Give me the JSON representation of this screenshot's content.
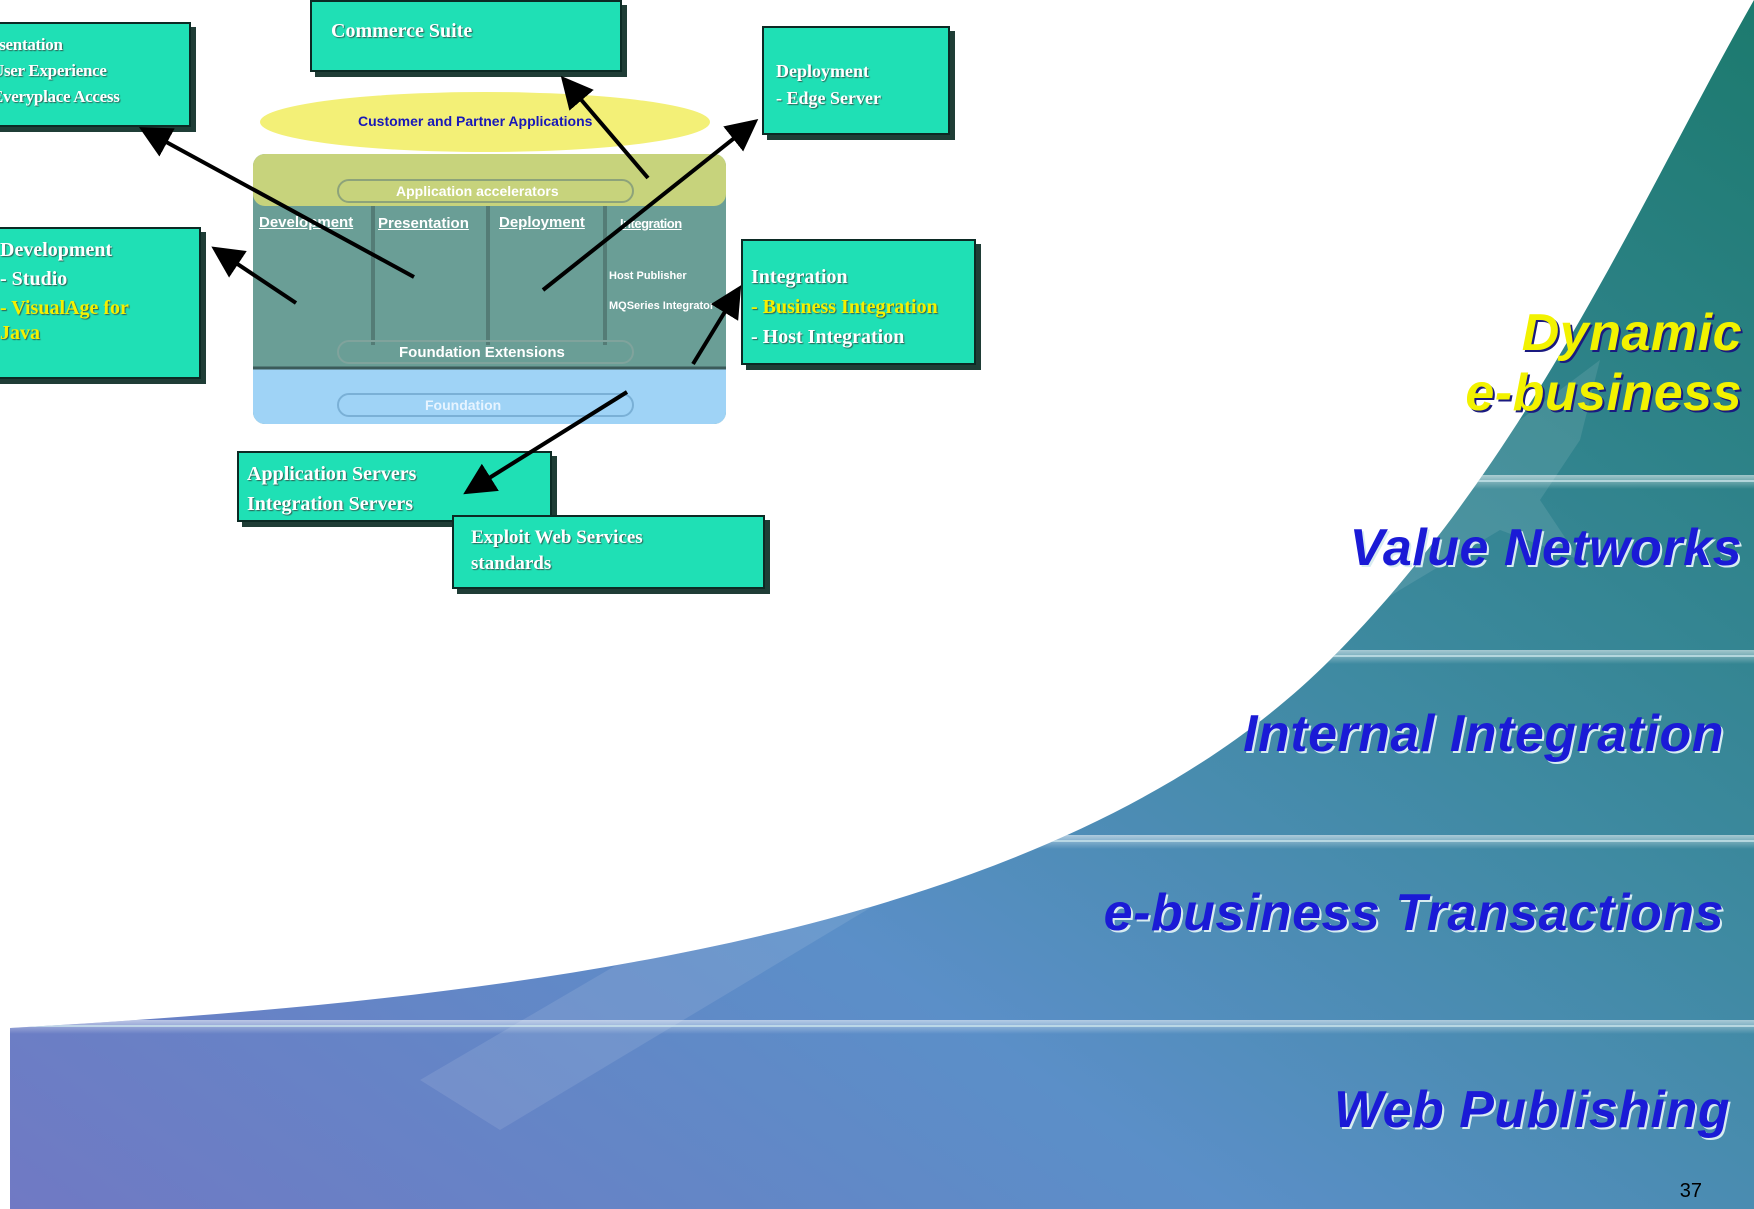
{
  "colors": {
    "box_fill": "#1fe0b5",
    "box_border": "#0c2a24",
    "stair_text_blue": "#1a1ad6",
    "stair_text_yellow": "#f2f200",
    "highlight_yellow": "#f5f000",
    "oval_fill": "#f3f077",
    "accel_fill": "#c7d37c",
    "stack_fill": "#6a9e96",
    "foundation_fill": "#9fd3f6"
  },
  "callouts": {
    "presentation": [
      "esentation",
      "User Experience",
      "Everyplace Access"
    ],
    "commerce": "Commerce Suite",
    "deployment": [
      "Deployment",
      " - Edge Server"
    ],
    "development": {
      "title": "Development",
      "studio": " - Studio",
      "visualage_1": " - VisualAge for",
      "visualage_2": "Java"
    },
    "integration": {
      "title": "Integration",
      "business": " - Business  Integration",
      "host": " - Host Integration"
    },
    "servers": [
      "Application Servers",
      "Integration Servers"
    ],
    "web_services": [
      "Exploit Web Services",
      "standards"
    ]
  },
  "stack": {
    "oval": "Customer and Partner Applications",
    "accelerators": "Application accelerators",
    "tabs": [
      "Development",
      "Presentation",
      "Deployment",
      "Integration"
    ],
    "host_publisher": "Host Publisher",
    "mqseries": "MQSeries Integrator",
    "foundation_extensions": "Foundation Extensions",
    "foundation": "Foundation"
  },
  "staircase": {
    "dynamic_1": "Dynamic",
    "dynamic_2": "e-business",
    "value_networks": "Value Networks",
    "internal_integration": "Internal Integration",
    "transactions": "e-business Transactions",
    "web_publishing": "Web Publishing"
  },
  "page_number": "37"
}
